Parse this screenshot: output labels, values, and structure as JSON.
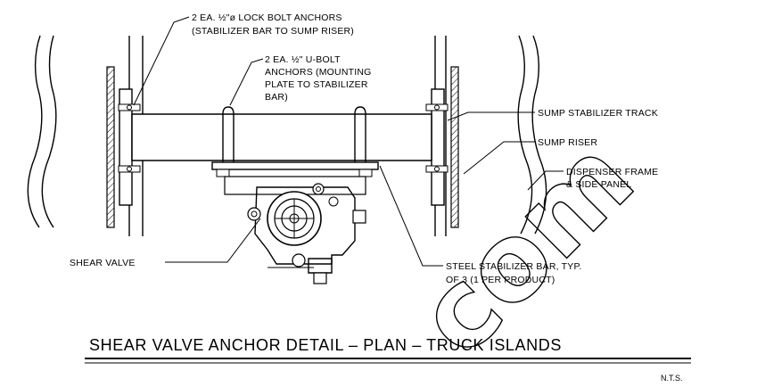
{
  "labels": {
    "lock_bolt_line1": "2 EA. ½\"ø LOCK BOLT ANCHORS",
    "lock_bolt_line2": "(STABILIZER BAR TO SUMP RISER)",
    "ubolt_line1": "2 EA. ½\" U-BOLT",
    "ubolt_line2": "ANCHORS (MOUNTING",
    "ubolt_line3": "PLATE TO STABILIZER",
    "ubolt_line4": "BAR)",
    "sump_stabilizer_track": "SUMP STABILIZER TRACK",
    "sump_riser": "SUMP RISER",
    "dispenser_frame_line1": "DISPENSER FRAME",
    "dispenser_frame_line2": "& SIDE PANEL",
    "shear_valve": "SHEAR VALVE",
    "steel_bar_line1": "STEEL STABILIZER BAR, TYP.",
    "steel_bar_line2": "OF 3 (1 PER PRODUCT)"
  },
  "title": "SHEAR VALVE ANCHOR DETAIL – PLAN – TRUCK ISLANDS",
  "scale_note": "N.T.S.",
  "watermark": "com"
}
